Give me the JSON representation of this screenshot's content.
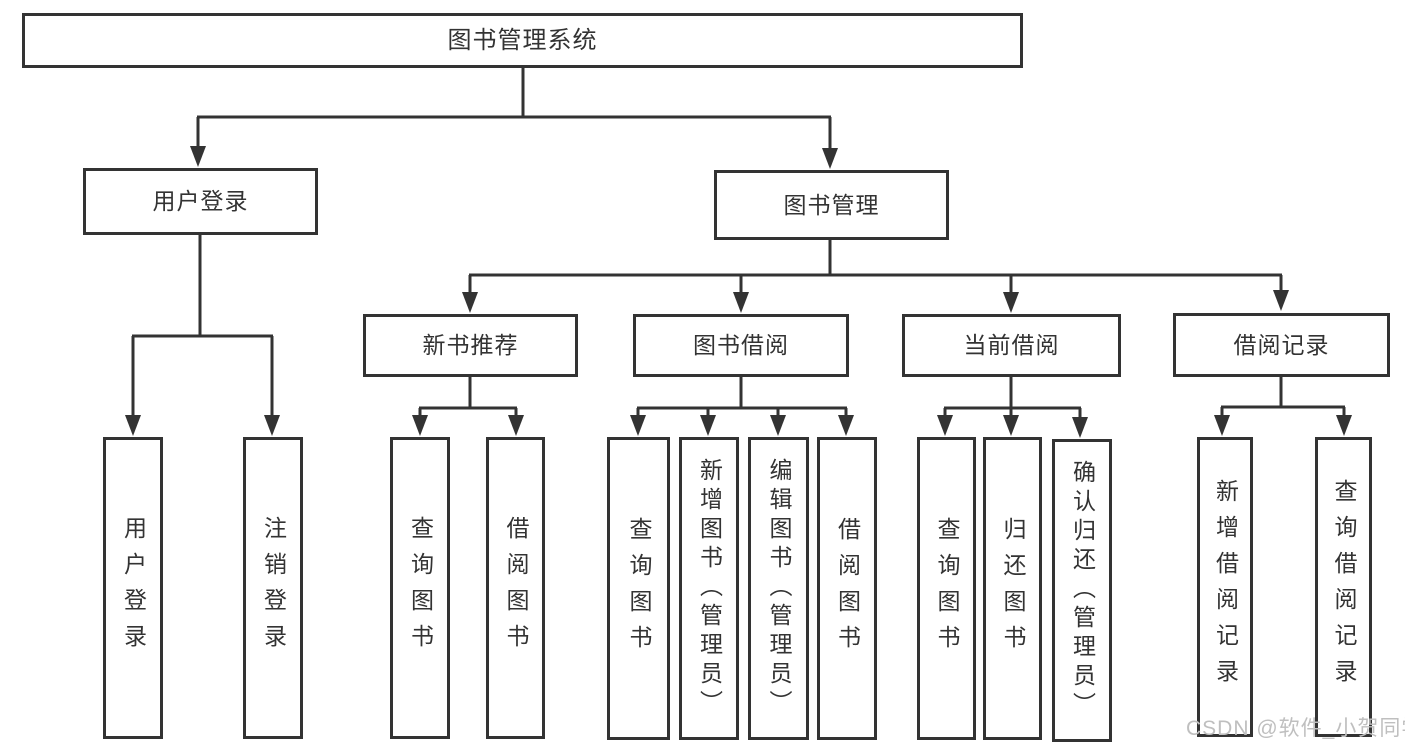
{
  "diagram": {
    "root": {
      "label": "图书管理系统"
    },
    "branches": [
      {
        "label": "用户登录",
        "children": [
          {
            "label": "用户登录"
          },
          {
            "label": "注销登录"
          }
        ]
      },
      {
        "label": "图书管理",
        "children": [
          {
            "label": "新书推荐",
            "children": [
              {
                "label": "查询图书"
              },
              {
                "label": "借阅图书"
              }
            ]
          },
          {
            "label": "图书借阅",
            "children": [
              {
                "label": "查询图书"
              },
              {
                "label": "新增图书（管理员）"
              },
              {
                "label": "编辑图书（管理员）"
              },
              {
                "label": "借阅图书"
              }
            ]
          },
          {
            "label": "当前借阅",
            "children": [
              {
                "label": "查询图书"
              },
              {
                "label": "归还图书"
              },
              {
                "label": "确认归还（管理员）"
              }
            ]
          },
          {
            "label": "借阅记录",
            "children": [
              {
                "label": "新增借阅记录"
              },
              {
                "label": "查询借阅记录"
              }
            ]
          }
        ]
      }
    ]
  },
  "watermark": {
    "text": "CSDN @软件_小贺同学"
  },
  "colors": {
    "line": "#333333",
    "box_border": "#333333",
    "text": "#333333",
    "watermark": "#bfbfbf",
    "background": "#ffffff"
  }
}
